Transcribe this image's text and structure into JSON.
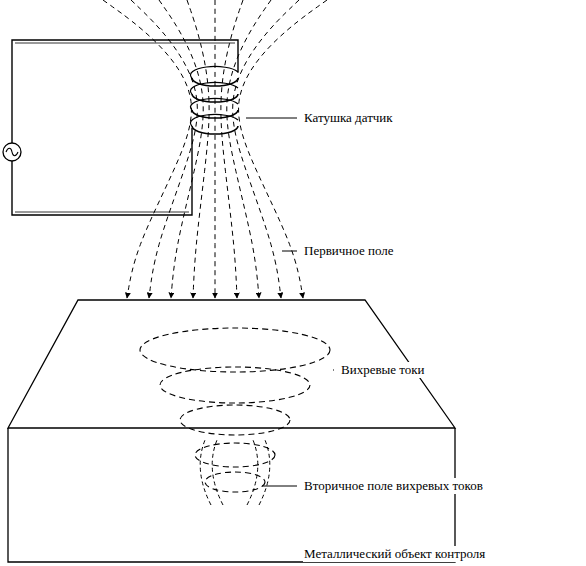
{
  "diagram": {
    "labels": [
      "Катушка датчик",
      "Первичное поле",
      "Вихревые токи",
      "Вторичное поле вихревых токов",
      "Металлический объект контроля"
    ]
  }
}
